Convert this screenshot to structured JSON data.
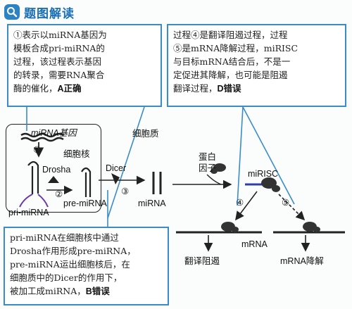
{
  "header": {
    "title": "题图解读"
  },
  "box1": {
    "lines": [
      "①表示以miRNA基因为",
      "模板合成pri-miRNA的",
      "过程，该过程表示基因",
      "的转录，需要RNA聚合",
      "酶的催化，"
    ],
    "verdict": "A正确"
  },
  "box2": {
    "lines": [
      "过程④是翻译阻遏过程，过程",
      "⑤是mRNA降解过程，miRISC",
      "与目标mRNA结合后，不是一",
      "定促进其降解，也可能是阻遏",
      "翻译过程，"
    ],
    "verdict": "D错误"
  },
  "box3": {
    "lines": [
      "pri-miRNA在细胞核中通过",
      "Drosha作用形成pre-miRNA，",
      "pre-miRNA运出细胞核后，在",
      "细胞质中的Dicer的作用下，",
      "被加工成miRNA，"
    ],
    "verdict": "B错误"
  },
  "labels": {
    "gene": "miRNA基因",
    "cytoplasm": "细胞质",
    "nucleus": "细胞核",
    "drosha": "Drosha",
    "dicer": "Dicer",
    "pri": "pri-miRNA",
    "pre": "pre-miRNA",
    "mirna": "miRNA",
    "protein1": "蛋白",
    "protein2": "因子",
    "misc": "miRISC",
    "mrna": "mRNA",
    "block": "翻译阻遏",
    "degrade": "mRNA降解"
  },
  "steps": {
    "s1": "①",
    "s2": "②",
    "s3": "③",
    "s4": "④",
    "s5": "⑤"
  },
  "colors": {
    "accent": "#3a8cc8",
    "title": "#1a6fb4",
    "strand": "#222222"
  }
}
